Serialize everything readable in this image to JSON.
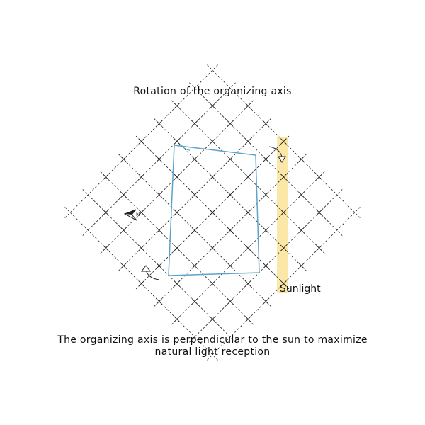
{
  "title": "Rotation of the organizing axis",
  "caption_line1": "The organizing axis is perpendicular to the sun to maximize",
  "caption_line2": "natural light reception",
  "sunlight_label": "Sunlight",
  "north_label": "N",
  "colors": {
    "sunlight": "#fbe7a6",
    "site_outline": "#5ea3c9",
    "grid": "#222222",
    "text": "#111111"
  },
  "icons": [
    "north-arrow-icon",
    "rotation-arrow-icon"
  ]
}
